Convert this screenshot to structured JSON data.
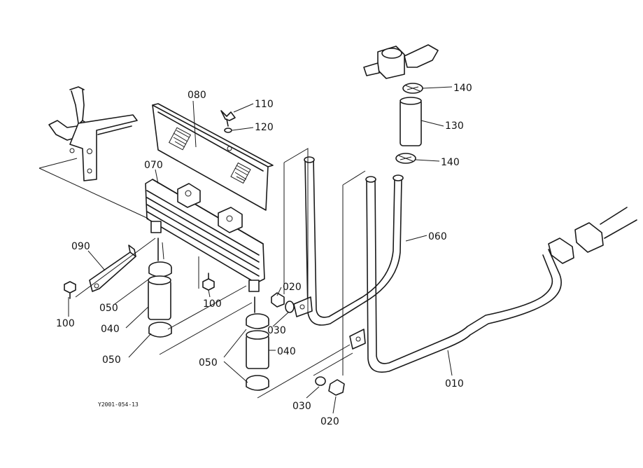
{
  "diagram": {
    "drawing_code": "Y2001-054-13",
    "callouts": {
      "p080": "080",
      "p110": "110",
      "p120": "120",
      "p070": "070",
      "p090": "090",
      "p100a": "100",
      "p100b": "100",
      "p050a": "050",
      "p040a": "040",
      "p050b": "050",
      "p020a": "020",
      "p030a": "030",
      "p050c": "050",
      "p040b": "040",
      "p030b": "030",
      "p020b": "020",
      "p140a": "140",
      "p130": "130",
      "p140b": "140",
      "p060": "060",
      "p010": "010"
    }
  }
}
